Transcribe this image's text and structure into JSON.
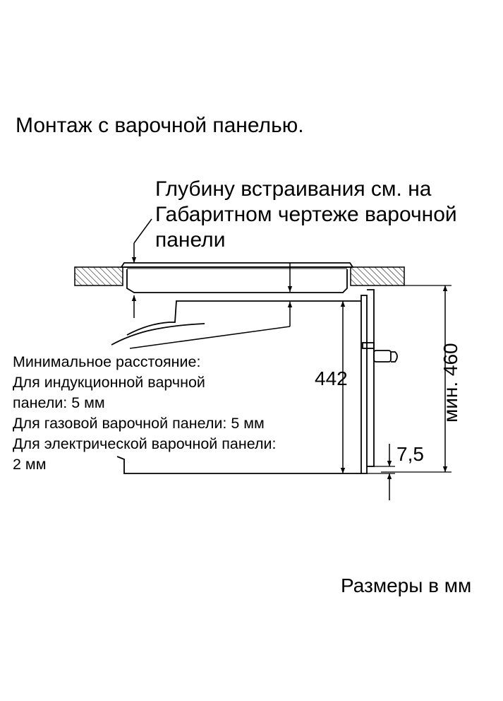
{
  "title": "Монтаж с варочной панелью.",
  "depth_note": [
    "Глубину встраивания см. на",
    "Габаритном чертеже варочной",
    "панели"
  ],
  "min_distance": {
    "heading": "Минимальное расстояние:",
    "lines": [
      "Для индукционной варчной",
      "панели: 5 мм",
      "Для газовой варочной панели: 5 мм",
      "Для электрической варочной панели:",
      "2 мм"
    ]
  },
  "dimensions": {
    "height_442": "442",
    "min_460": "мин. 460",
    "gap_7_5": "7,5"
  },
  "units_note": "Размеры в мм"
}
